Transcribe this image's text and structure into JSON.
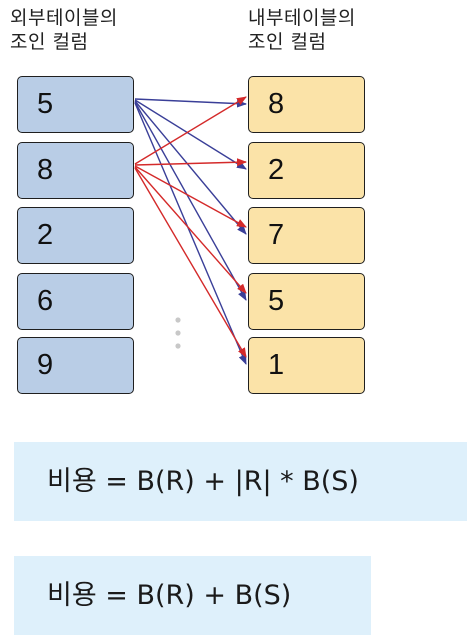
{
  "labels": {
    "outer": "외부테이블의\n조인 컬럼",
    "inner": "내부테이블의\n조인 컬럼"
  },
  "outer_values": [
    "5",
    "8",
    "2",
    "6",
    "9"
  ],
  "inner_values": [
    "8",
    "2",
    "7",
    "5",
    "1"
  ],
  "connections": [
    {
      "from": 0,
      "to": [
        0,
        1,
        2,
        3,
        4
      ],
      "color": "#3a3f98"
    },
    {
      "from": 1,
      "to": [
        0,
        1,
        2,
        3,
        4
      ],
      "color": "#d42a2a"
    }
  ],
  "colors": {
    "outer_box": "#b9cde6",
    "inner_box": "#fbe3a8",
    "formula_bg": "#def0fb",
    "ellipsis": "#c8c8c8"
  },
  "formulas": [
    "비용 = B(R) + |R|  *  B(S)",
    "비용 = B(R) + B(S)"
  ]
}
